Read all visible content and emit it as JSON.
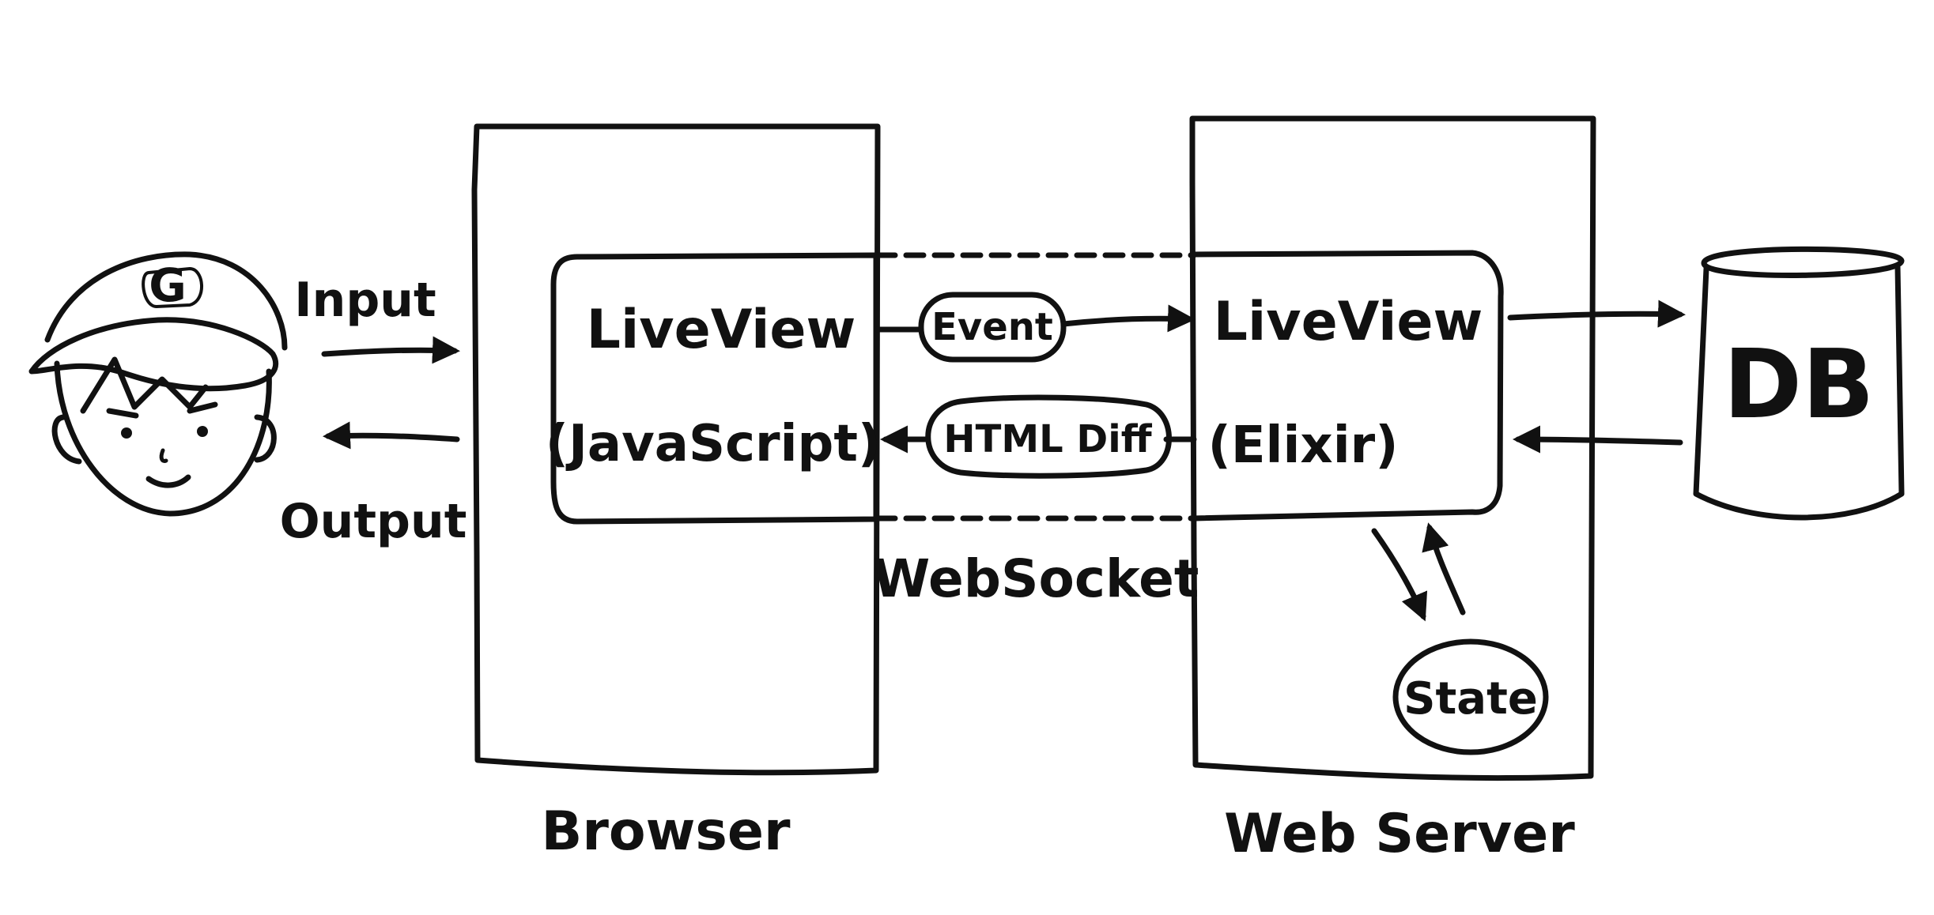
{
  "labels": {
    "input": "Input",
    "output": "Output",
    "browser_liveview": "LiveView",
    "browser_javascript": "(JavaScript)",
    "event": "Event",
    "html_diff": "HTML Diff",
    "websocket": "WebSocket",
    "server_liveview": "LiveView",
    "server_elixir": "(Elixir)",
    "state": "State",
    "db": "DB",
    "browser": "Browser",
    "web_server": "Web Server"
  },
  "icons": {
    "user": "user-icon",
    "cap_letter": "G",
    "database": "database-icon"
  },
  "colors": {
    "ink": "#111111",
    "background": "#ffffff"
  }
}
